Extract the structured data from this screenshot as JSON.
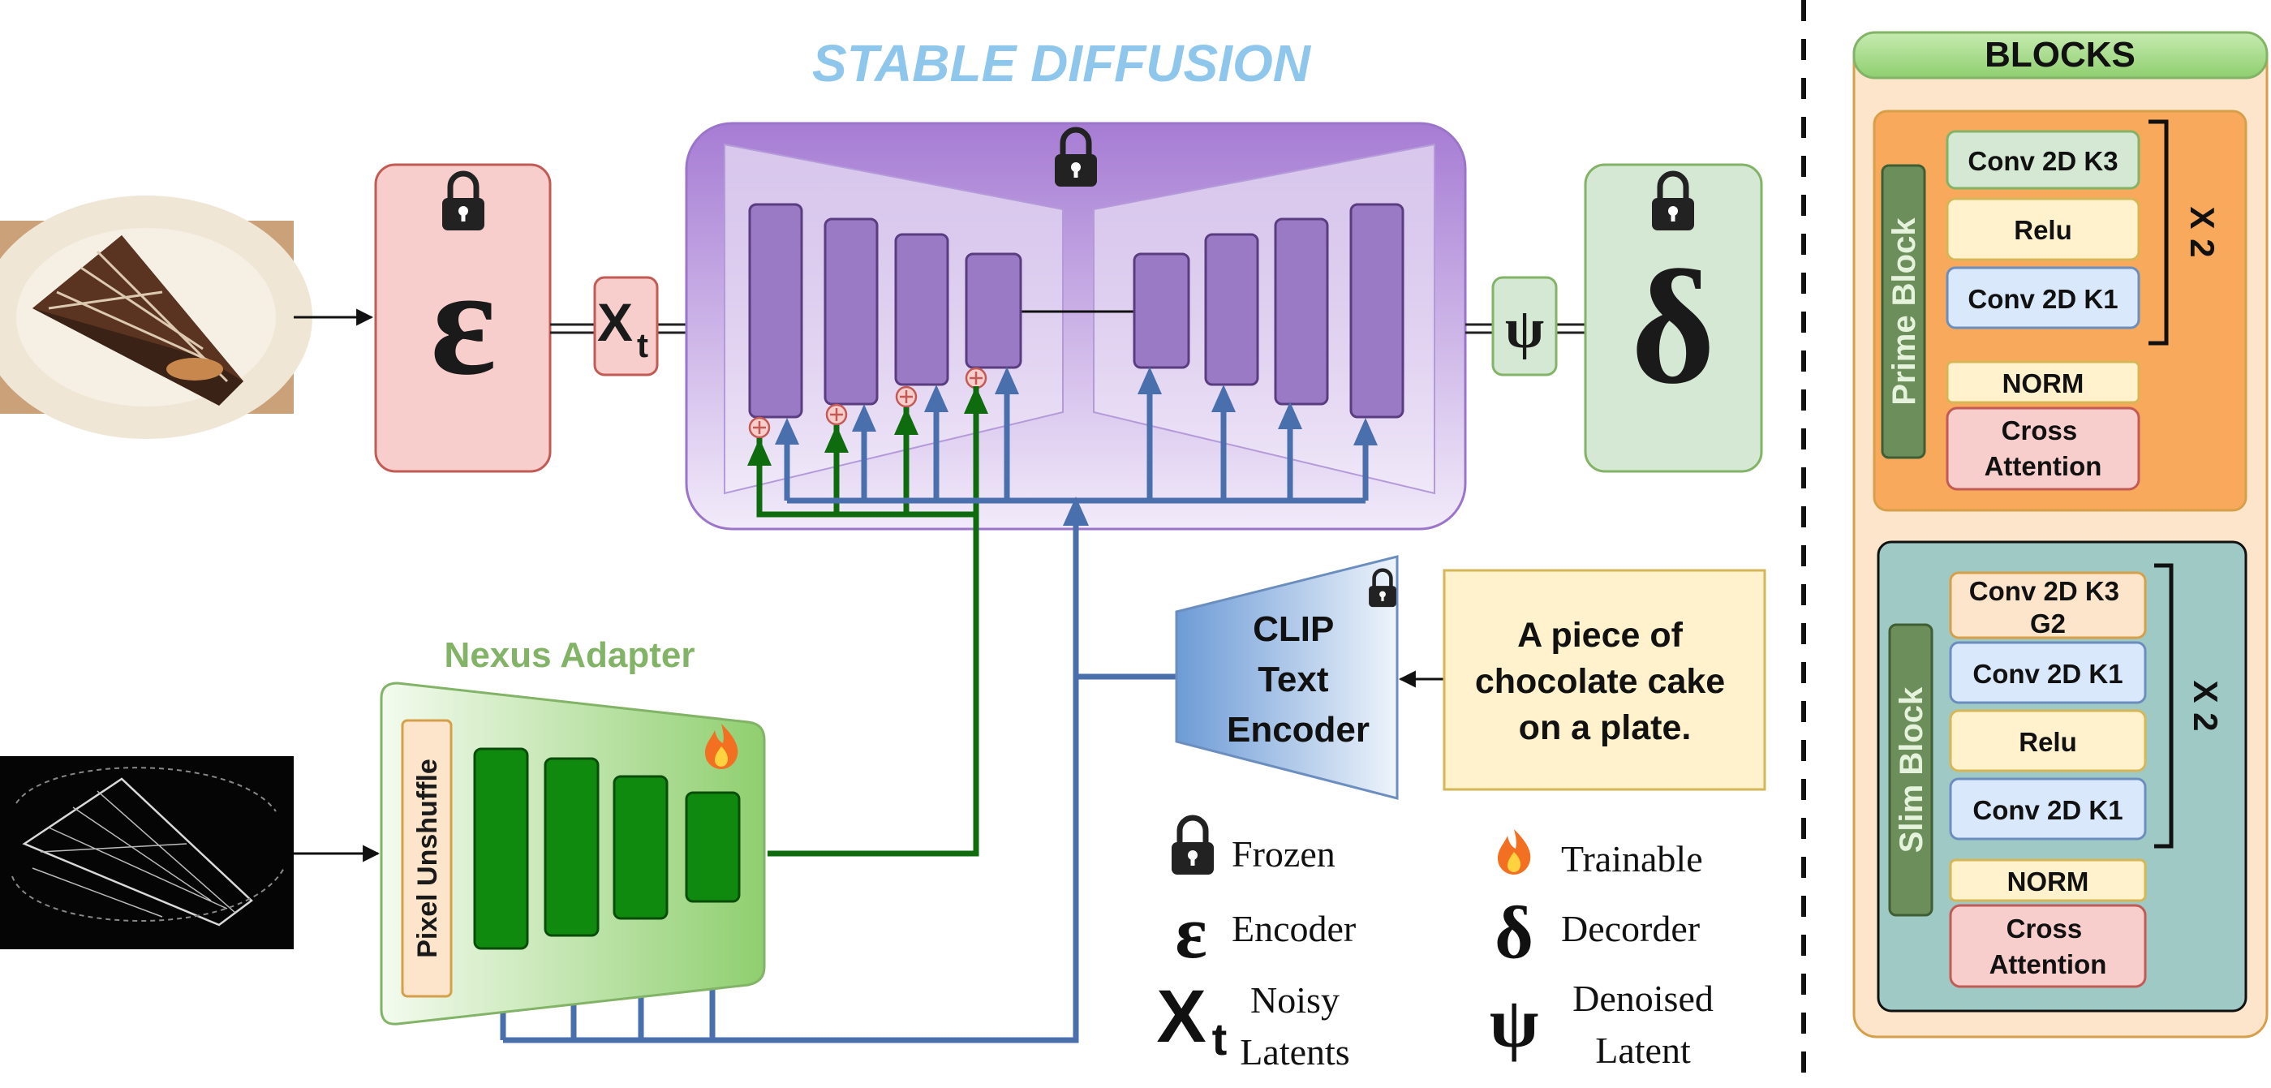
{
  "title": "STABLE DIFFUSION",
  "encoder_symbol": "ε",
  "decoder_symbol": "δ",
  "xt": {
    "base": "X",
    "sub": "t"
  },
  "psi_symbol": "ψ",
  "adapter": {
    "title": "Nexus Adapter",
    "pixel_unshuffle": "Pixel Unshuffle"
  },
  "clip": {
    "line1": "CLIP",
    "line2": "Text",
    "line3": "Encoder"
  },
  "prompt": {
    "line1": "A piece of",
    "line2": "chocolate cake",
    "line3": "on a plate."
  },
  "legend": {
    "frozen": "Frozen",
    "trainable": "Trainable",
    "encoder": "Encoder",
    "decoder": "Decorder",
    "noisy_line1": "Noisy",
    "noisy_line2": "Latents",
    "denoised_line1": "Denoised",
    "denoised_line2": "Latent"
  },
  "blocks_panel": {
    "title": "BLOCKS",
    "prime": {
      "label": "Prime Block",
      "repeat": "X 2",
      "items": [
        "Conv 2D K3",
        "Relu",
        "Conv 2D K1"
      ],
      "norm": "NORM",
      "cross_line1": "Cross",
      "cross_line2": "Attention"
    },
    "slim": {
      "label": "Slim Block",
      "repeat": "X 2",
      "item0_line1": "Conv 2D K3",
      "item0_line2": "G2",
      "items": [
        "Conv 2D K1",
        "Relu",
        "Conv 2D K1"
      ],
      "norm": "NORM",
      "cross_line1": "Cross",
      "cross_line2": "Attention"
    }
  },
  "colors": {
    "title_blue": "#8ec6ec",
    "adapter_green": "#82b366",
    "arrow_blue": "#4a6fad",
    "arrow_green": "#0e6b0e",
    "encoder_fill": "#f8cecc",
    "decoder_fill": "#d5e8d4",
    "unet_purple": "#a680d6",
    "blocks_panel": "#fde5cc",
    "prime_fill": "#f9a95c",
    "slim_fill": "#9fc9c4"
  },
  "icons": [
    "lock-icon",
    "fire-icon",
    "cake-photo",
    "edge-map-photo"
  ]
}
